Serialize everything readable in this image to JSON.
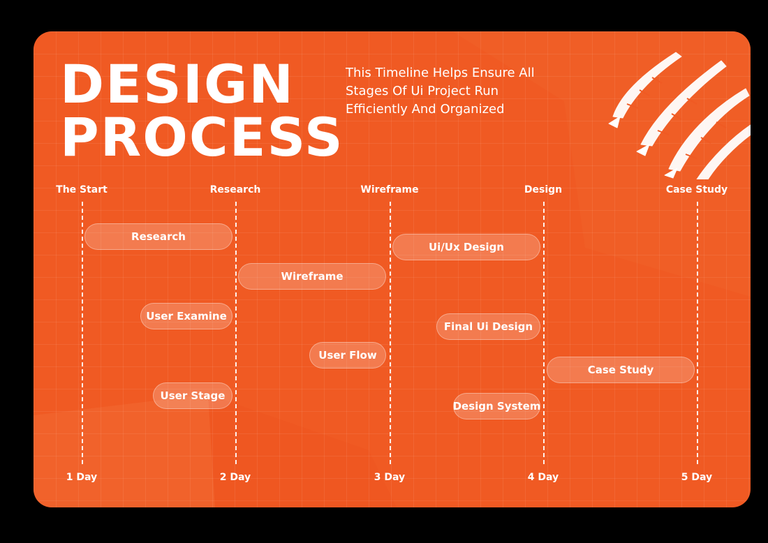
{
  "title": {
    "line1": "DESIGN",
    "line2": "PROCESS"
  },
  "subtitle": "This Timeline Helps Ensure All Stages Of Ui Project Run Efficiently And Organized",
  "colors": {
    "background": "#000000",
    "card": "#f05a23",
    "pill_fill": "rgba(255,255,255,0.2)",
    "text": "#ffffff"
  },
  "stages": [
    "The Start",
    "Research",
    "Wireframe",
    "Design",
    "Case Study"
  ],
  "days": [
    "1 Day",
    "2 Day",
    "3 Day",
    "4 Day",
    "5 Day"
  ],
  "tasks": {
    "research": "Research",
    "wireframe": "Wireframe",
    "user_examine": "User Examine",
    "user_flow": "User Flow",
    "user_stage": "User Stage",
    "ui_ux_design": "Ui/Ux Design",
    "final_ui_design": "Final Ui Design",
    "case_study": "Case Study",
    "design_system": "Design System"
  },
  "decoration": {
    "icon": "claw-scratch-icon"
  }
}
